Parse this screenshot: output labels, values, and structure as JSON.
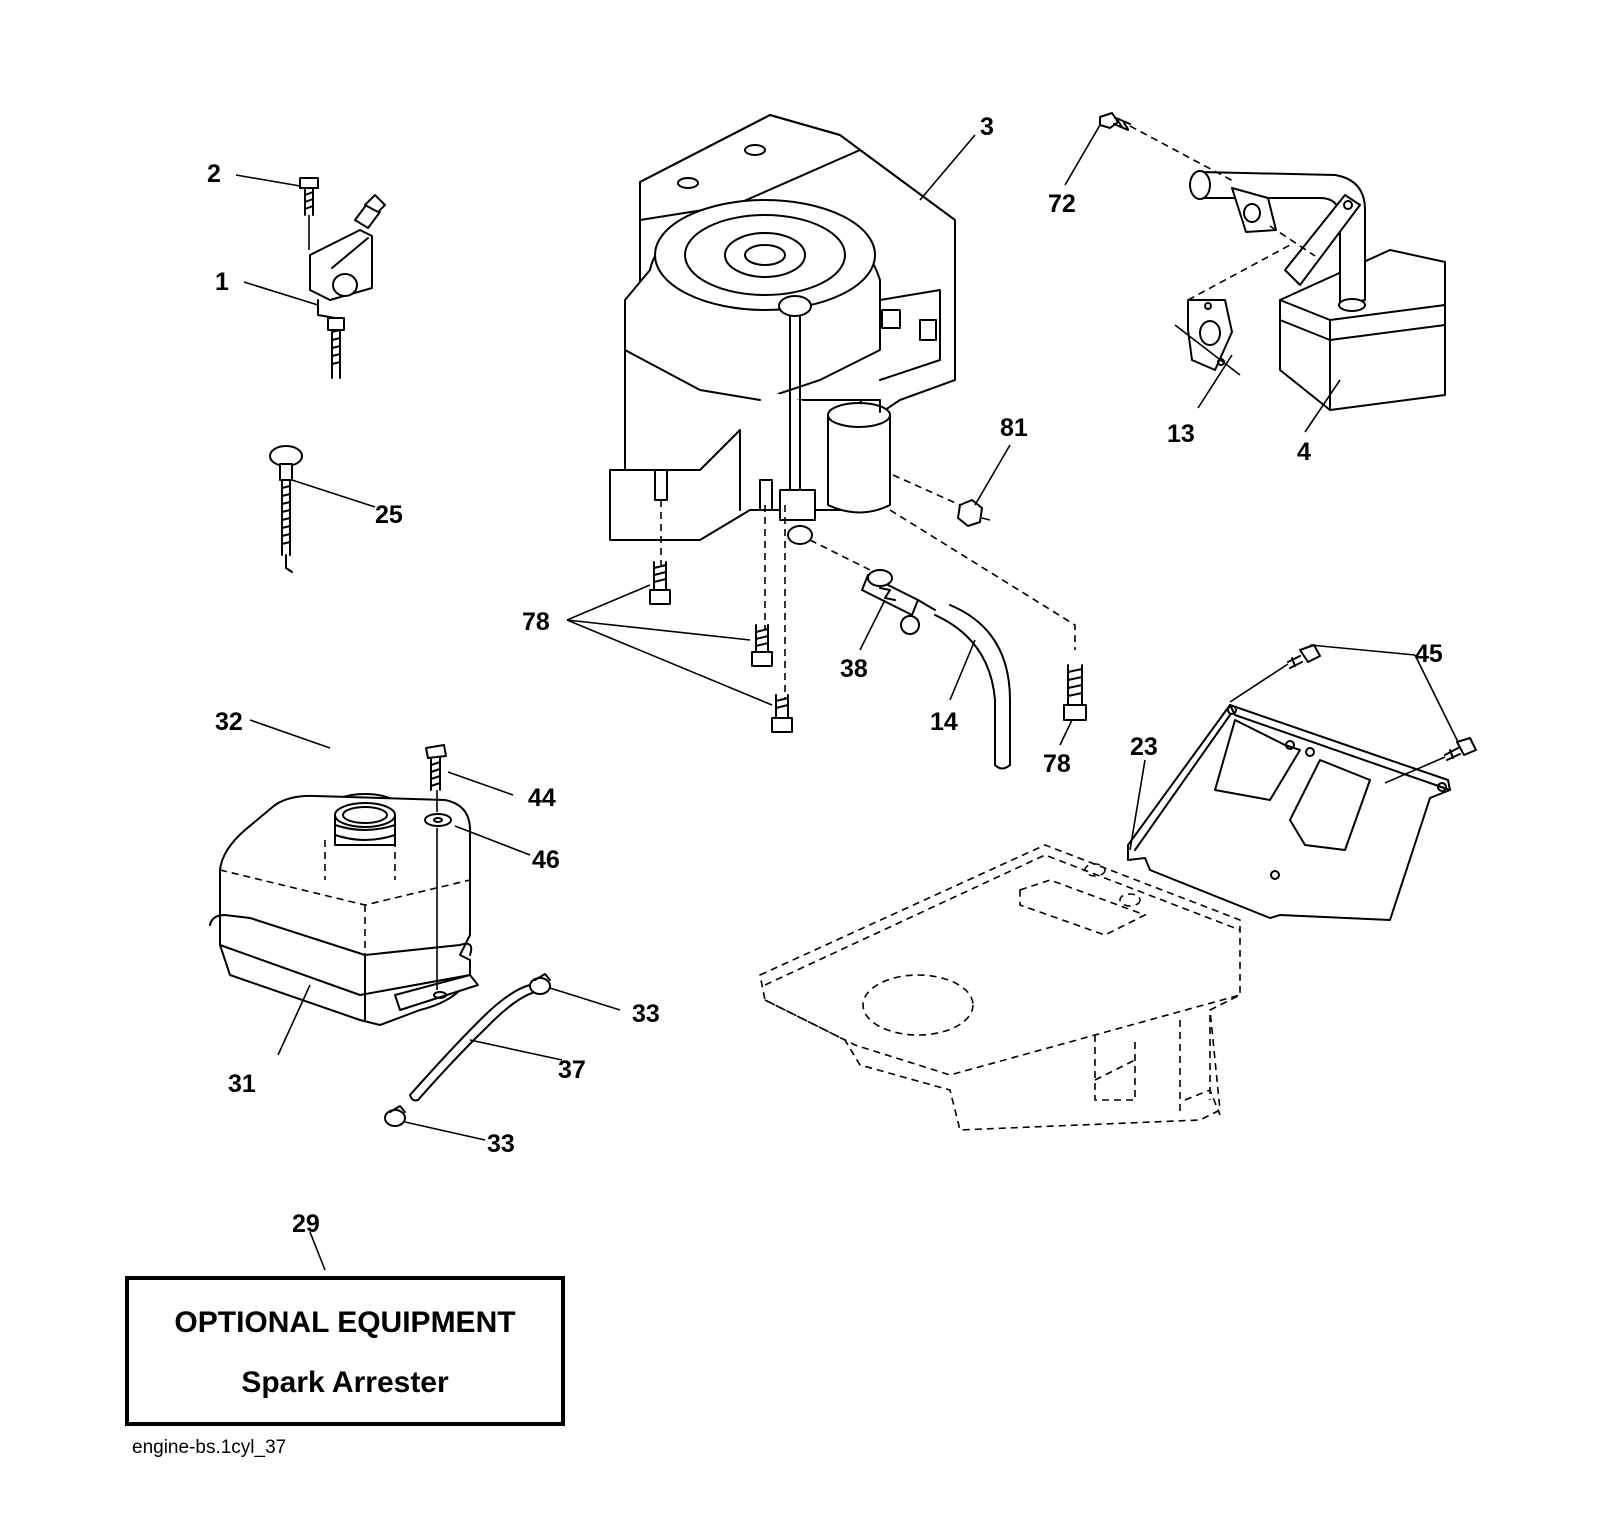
{
  "callouts": {
    "c1": "1",
    "c2": "2",
    "c3": "3",
    "c4": "4",
    "c13": "13",
    "c14": "14",
    "c23": "23",
    "c25": "25",
    "c29": "29",
    "c31": "31",
    "c32": "32",
    "c33a": "33",
    "c33b": "33",
    "c37": "37",
    "c38": "38",
    "c44": "44",
    "c45": "45",
    "c46": "46",
    "c72": "72",
    "c78a": "78",
    "c78b": "78",
    "c81": "81"
  },
  "optional_box": {
    "line1": "OPTIONAL EQUIPMENT",
    "line2": "Spark Arrester"
  },
  "reference": "engine-bs.1cyl_37"
}
